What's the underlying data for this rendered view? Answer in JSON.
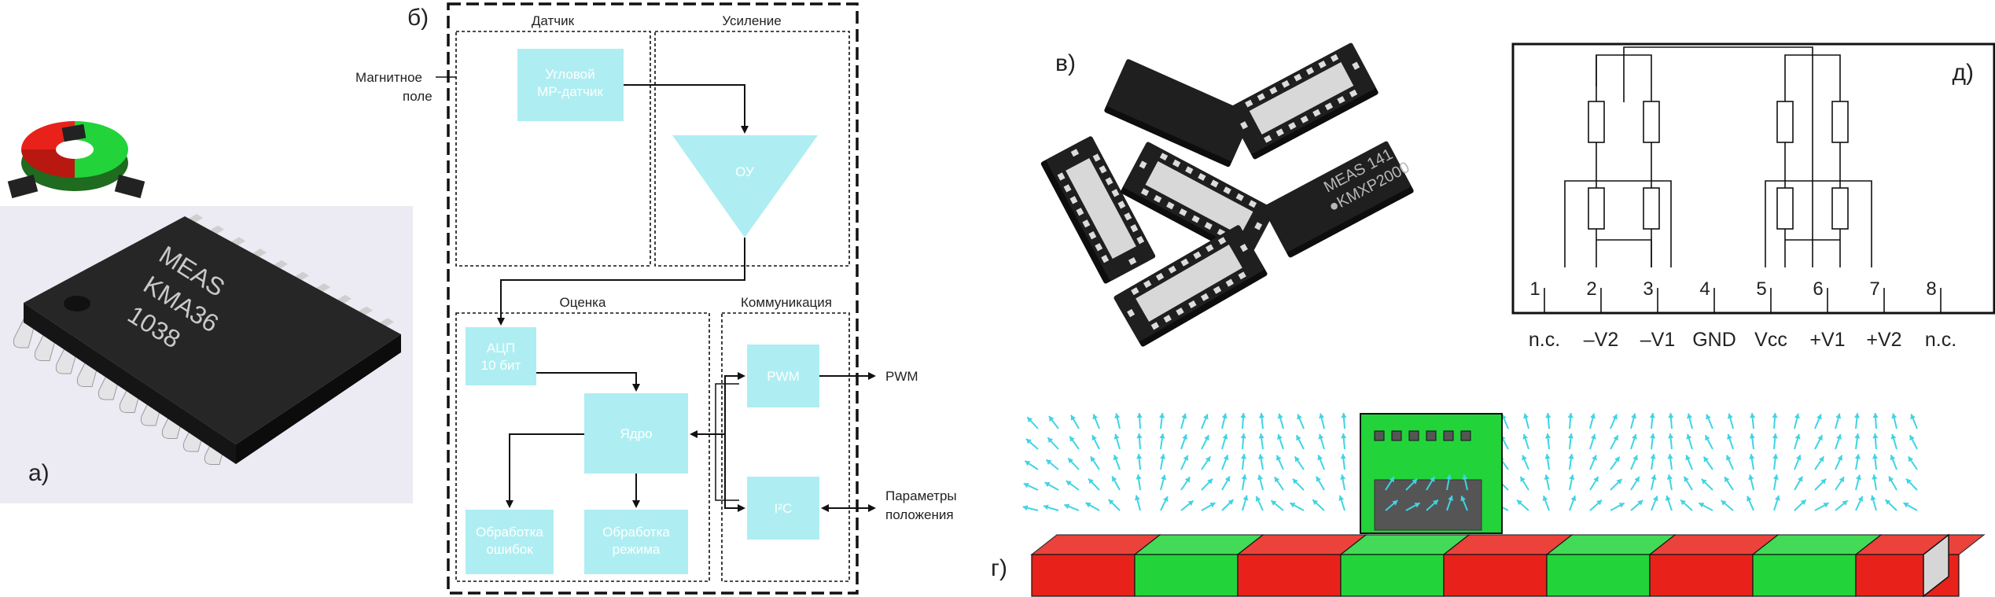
{
  "panel_labels": {
    "a": "а)",
    "b": "б)",
    "v": "в)",
    "g": "г)",
    "d": "д)"
  },
  "chip_a": {
    "line1": "MEAS",
    "line2": "KMA36",
    "line3": "1038"
  },
  "block_diagram": {
    "input_label_line1": "Магнитное",
    "input_label_line2": "поле",
    "section_sensor": "Датчик",
    "section_amp": "Усиление",
    "section_eval": "Оценка",
    "section_comm": "Коммуникация",
    "sensor_block_line1": "Угловой",
    "sensor_block_line2": "МР-датчик",
    "opamp_label": "ОУ",
    "adc_line1": "АЦП",
    "adc_line2": "10 бит",
    "core_label": "Ядро",
    "err_line1": "Обработка",
    "err_line2": "ошибок",
    "mode_line1": "Обработка",
    "mode_line2": "режима",
    "pwm_block": "PWM",
    "i2c_block": "I²C",
    "pwm_out": "PWM",
    "pos_out_line1": "Параметры",
    "pos_out_line2": "положения"
  },
  "chip_v": {
    "line1": "MEAS  141",
    "line2": "●KMXP2000"
  },
  "pinout": {
    "pins": [
      {
        "num": "1",
        "name": "n.c."
      },
      {
        "num": "2",
        "name": "–V2"
      },
      {
        "num": "3",
        "name": "–V1"
      },
      {
        "num": "4",
        "name": "GND"
      },
      {
        "num": "5",
        "name": "Vcc"
      },
      {
        "num": "6",
        "name": "+V1"
      },
      {
        "num": "7",
        "name": "+V2"
      },
      {
        "num": "8",
        "name": "n.c."
      }
    ]
  },
  "colors": {
    "block_fill": "#aeeef2",
    "magnet_red": "#e8221b",
    "magnet_green": "#22d43a",
    "field_arrow": "#3fd4e4",
    "chip_black": "#1f1f1f"
  }
}
